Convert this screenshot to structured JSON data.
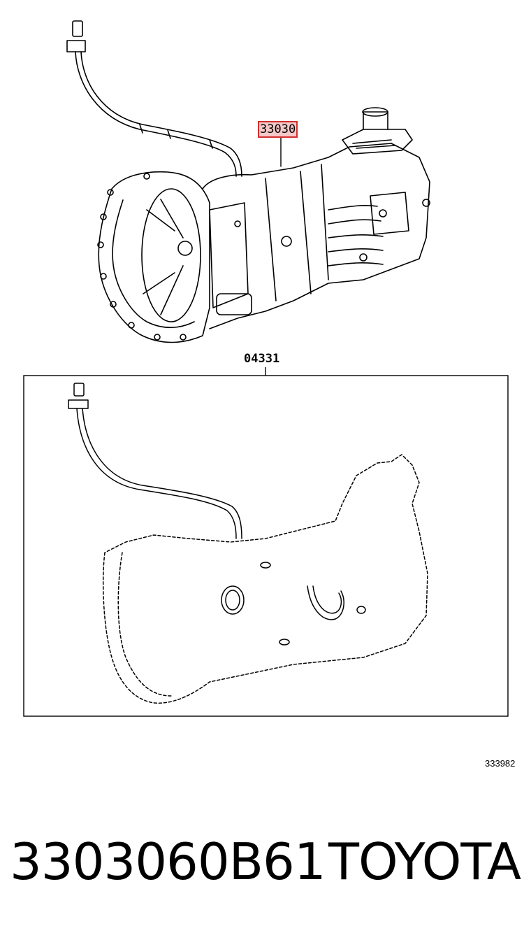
{
  "diagram": {
    "callouts": {
      "assembly": "33030",
      "kit": "04331"
    },
    "figure_id": "333982",
    "highlight_color": "#d32f2f"
  },
  "footer": {
    "part_number": "3303060B61",
    "brand": "TOYOTA"
  }
}
